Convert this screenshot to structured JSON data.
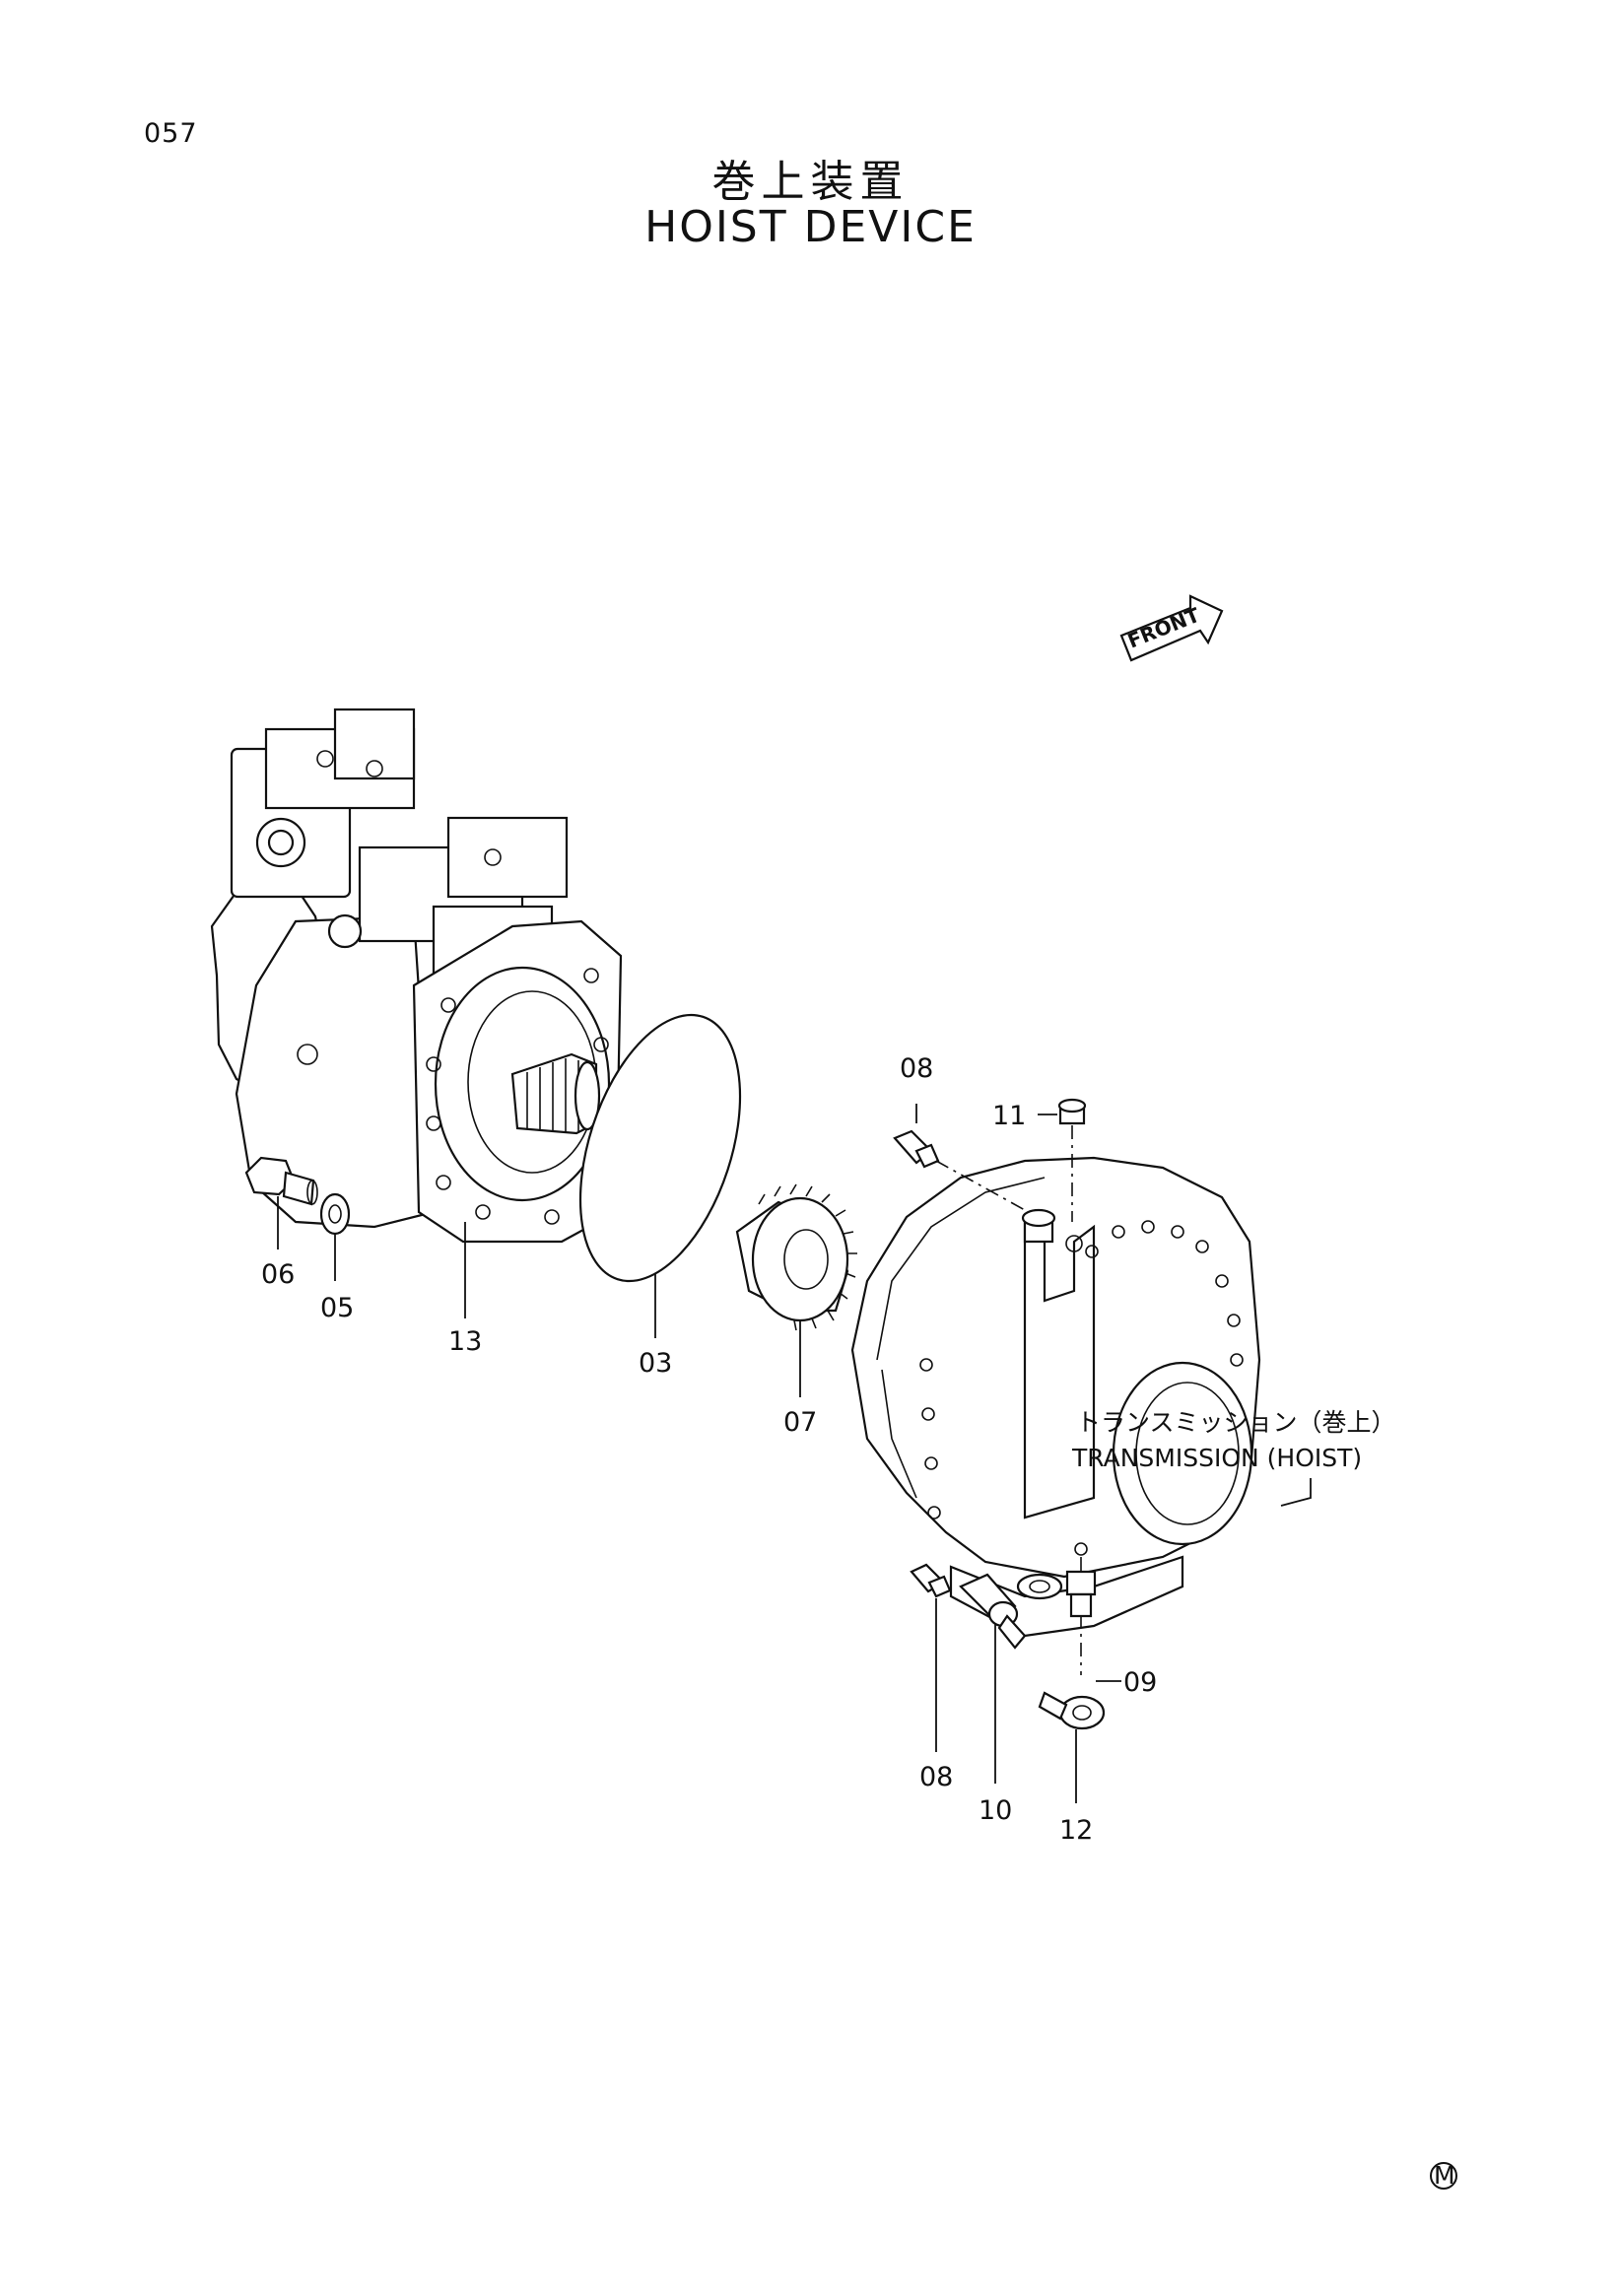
{
  "page": {
    "number": "057",
    "title_jp": "巻上装置",
    "title_en": "HOIST DEVICE"
  },
  "front_label": "FRONT",
  "transmission": {
    "label_jp": "トランスミッション（巻上）",
    "label_en": "TRANSMISSION (HOIST)"
  },
  "callouts": {
    "c03": "03",
    "c05": "05",
    "c06": "06",
    "c07": "07",
    "c08a": "08",
    "c08b": "08",
    "c09": "09",
    "c10": "10",
    "c11": "11",
    "c12": "12",
    "c13": "13"
  },
  "corner_mark": "M"
}
